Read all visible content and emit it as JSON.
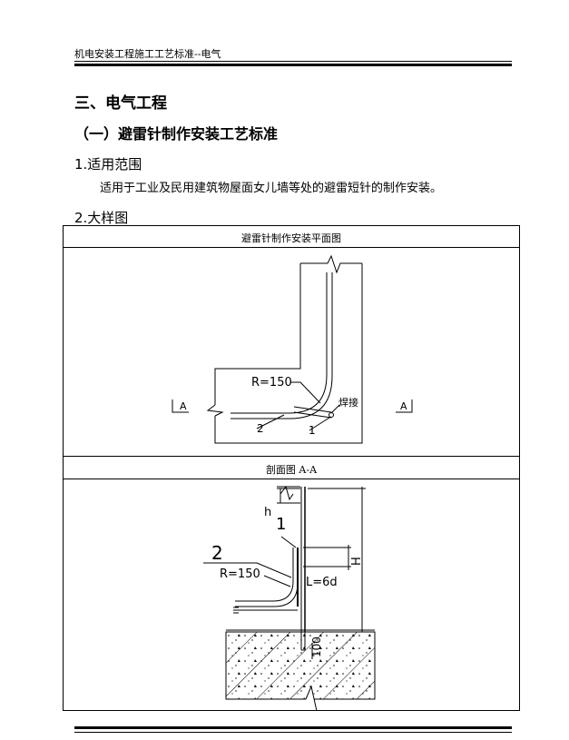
{
  "header": {
    "title": "机电安装工程施工工艺标准--电气"
  },
  "doc": {
    "section": "三、电气工程",
    "subsection": "（一）避雷针制作安装工艺标准",
    "item1_title": "1.适用范围",
    "item1_text": "适用于工业及民用建筑物屋面女儿墙等处的避雷短针的制作安装。",
    "item2_title": "2.大样图"
  },
  "figure": {
    "caption_plan": "避雷针制作安装平面图",
    "caption_section": "剖面图 A-A",
    "plan_labels": {
      "radius": "R=150",
      "weld": "焊接",
      "part1": "1",
      "part2": "2",
      "cut_left": "A",
      "cut_right": "A"
    },
    "section_labels": {
      "h": "h",
      "part1": "1",
      "part2": "2",
      "radius": "R=150",
      "length": "L=6d",
      "height": "H",
      "depth": "100"
    }
  }
}
